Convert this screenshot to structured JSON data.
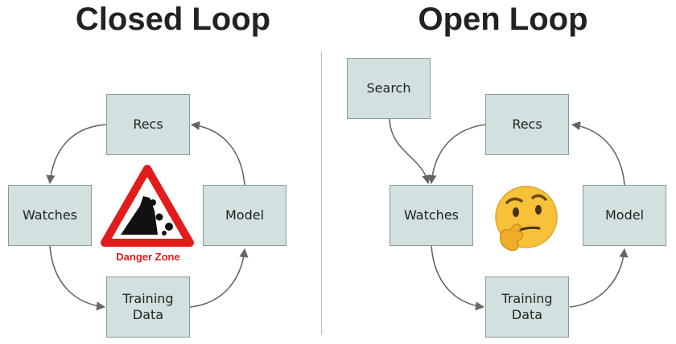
{
  "titles": {
    "closed": "Closed Loop",
    "open": "Open Loop"
  },
  "closed_loop": {
    "recs": "Recs",
    "watches": "Watches",
    "model": "Model",
    "training_data": "Training\nData",
    "danger_label": "Danger Zone"
  },
  "open_loop": {
    "search": "Search",
    "recs": "Recs",
    "watches": "Watches",
    "model": "Model",
    "training_data": "Training\nData"
  },
  "colors": {
    "box_fill": "#d2e0e0",
    "arrow": "#666666",
    "danger_red": "#e21b1b",
    "title": "#222222"
  },
  "icons": {
    "warning": "falling-rocks-warning-sign-icon",
    "thinking": "thinking-face-emoji-icon"
  }
}
